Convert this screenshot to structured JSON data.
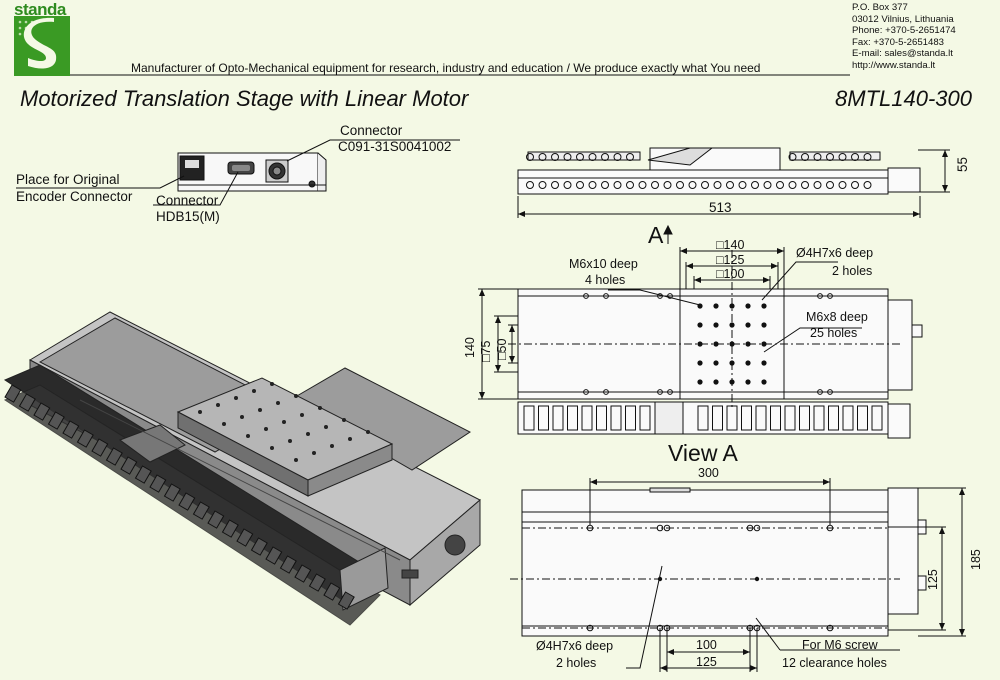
{
  "header": {
    "logo_text": "standa",
    "tagline": "Manufacturer of Opto-Mechanical equipment for research, industry and education / We produce exactly what You need",
    "contact": [
      "P.O. Box 377",
      "03012 Vilnius, Lithuania",
      "Phone: +370-5-2651474",
      "Fax: +370-5-2651483",
      "E-mail: sales@standa.lt",
      "http://www.standa.lt"
    ]
  },
  "title": "Motorized Translation Stage with Linear Motor",
  "model": "8MTL140-300",
  "colors": {
    "logo_green": "#3a9a24",
    "background": "#f4f9e5",
    "line": "#111111"
  },
  "connector_view": {
    "connector_top_label": "Connector",
    "connector_top_code": "C091-31S0041002",
    "encoder_label_1": "Place for Original",
    "encoder_label_2": "Encoder Connector",
    "connector_bottom_label": "Connector",
    "connector_bottom_code": "HDB15(M)"
  },
  "side_view": {
    "length": "513",
    "height": "55"
  },
  "top_view": {
    "view_marker": "A",
    "sq140": "□140",
    "sq125": "□125",
    "sq100": "□100",
    "m6x10": "M6x10 deep",
    "m6x10_holes": "4 holes",
    "d4h7": "Ø4H7x6 deep",
    "d4h7_holes": "2 holes",
    "m6x8": "M6x8 deep",
    "m6x8_holes": "25 holes",
    "dim140": "140",
    "sq75": "□75",
    "sq50": "□50"
  },
  "view_a": {
    "title": "View A",
    "dim300": "300",
    "dim185": "185",
    "dim125_v": "125",
    "dim100": "100",
    "dim125_h": "125",
    "d4h7": "Ø4H7x6 deep",
    "d4h7_holes": "2 holes",
    "m6screw": "For M6 screw",
    "m6screw_holes": "12 clearance holes"
  }
}
